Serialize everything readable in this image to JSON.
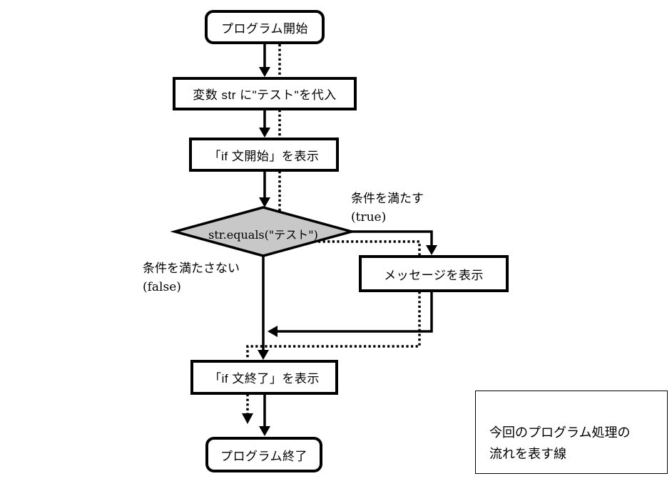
{
  "diagram": {
    "type": "flowchart",
    "language": "ja",
    "nodes": {
      "start": {
        "shape": "terminal",
        "label": "プログラム開始"
      },
      "assign": {
        "shape": "process",
        "label": "変数 str に\"テスト\"を代入"
      },
      "if_start": {
        "shape": "process",
        "label": "「if 文開始」を表示"
      },
      "condition": {
        "shape": "decision",
        "label": "str.equals(\"テスト\")"
      },
      "message": {
        "shape": "process",
        "label": "メッセージを表示"
      },
      "if_end": {
        "shape": "process",
        "label": "「if 文終了」を表示"
      },
      "end": {
        "shape": "terminal",
        "label": "プログラム終了"
      }
    },
    "edges": {
      "true_branch": {
        "label": "条件を満たす",
        "value": "(true)"
      },
      "false_branch": {
        "label": "条件を満たさない",
        "value": "(false)"
      }
    },
    "legend": {
      "arrow_icon": "dotted-arrow-icon",
      "line1": "今回のプログラム処理の",
      "line2": "流れを表す線"
    },
    "colors": {
      "line": "#000000",
      "diamond_fill": "#c8c8c8",
      "background": "#ffffff"
    }
  }
}
